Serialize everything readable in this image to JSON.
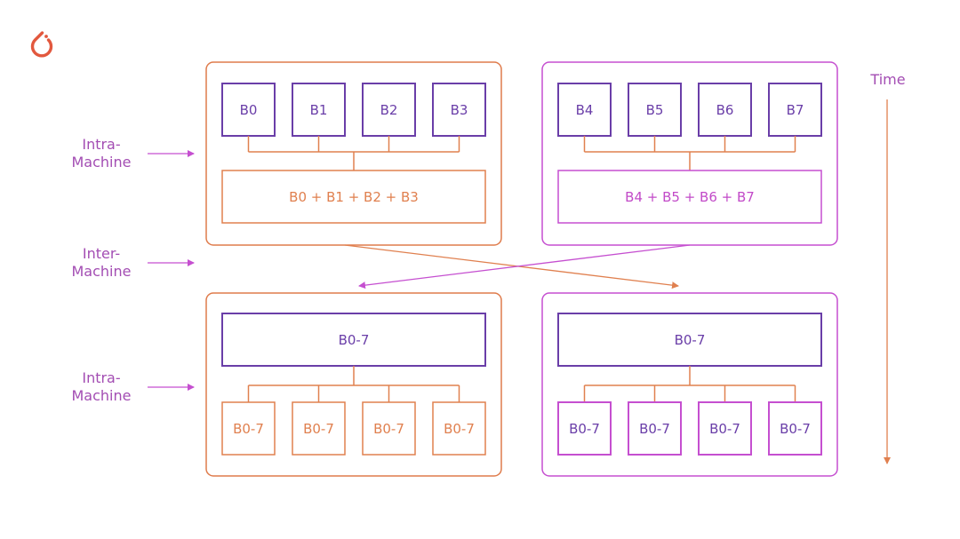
{
  "colors": {
    "orange": "#e0804f",
    "orange_frame": "#df7b4b",
    "purple": "#6a3ea8",
    "magenta": "#c54fd0",
    "label": "#a34db3"
  },
  "logo": {
    "icon": "pytorch-flame-icon"
  },
  "labels": {
    "intra_machine_top": "Intra-\nMachine",
    "inter_machine": "Inter-\nMachine",
    "intra_machine_bottom": "Intra-\nMachine",
    "time": "Time"
  },
  "top_left": {
    "buffers": [
      "B0",
      "B1",
      "B2",
      "B3"
    ],
    "sum": "B0 + B1 + B2 + B3"
  },
  "top_right": {
    "buffers": [
      "B4",
      "B5",
      "B6",
      "B7"
    ],
    "sum": "B4 + B5 + B6 + B7"
  },
  "bottom_left": {
    "combined": "B0-7",
    "buffers": [
      "B0-7",
      "B0-7",
      "B0-7",
      "B0-7"
    ]
  },
  "bottom_right": {
    "combined": "B0-7",
    "buffers": [
      "B0-7",
      "B0-7",
      "B0-7",
      "B0-7"
    ]
  }
}
